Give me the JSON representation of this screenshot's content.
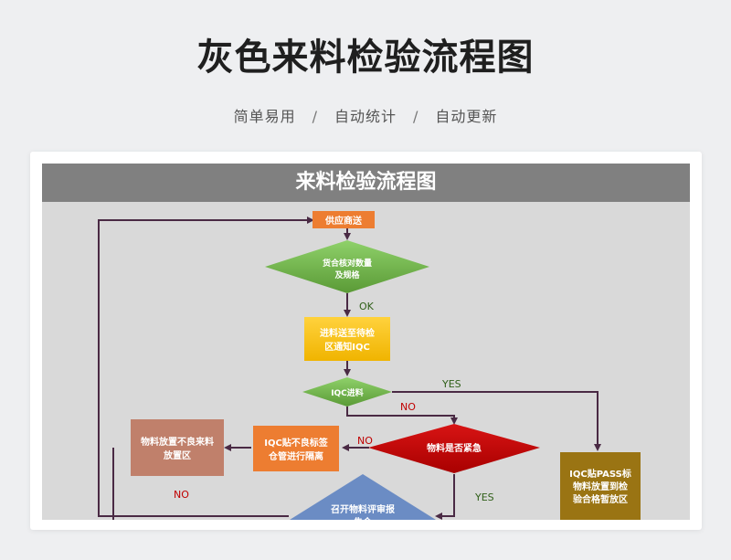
{
  "header": {
    "title": "灰色来料检验流程图",
    "tags": [
      "简单易用",
      "自动统计",
      "自动更新"
    ],
    "separator": "/"
  },
  "diagram": {
    "title": "来料检验流程图",
    "nodes": {
      "supplier": "供应商送",
      "check_qty": [
        "货合核对数量",
        "及规格"
      ],
      "to_wait": [
        "进料送至待检",
        "区通知IQC"
      ],
      "iqc_inspect": "IQC进料",
      "urgent": "物料是否紧急",
      "iqc_reject": [
        "IQC贴不良标签",
        "仓管进行隔离"
      ],
      "bad_area": [
        "物料放置不良来料",
        "放置区"
      ],
      "iqc_pass": [
        "IQC贴PASS标",
        "物料放置到检",
        "验合格暂放区"
      ],
      "review": [
        "召开物料评审报",
        "告会"
      ]
    },
    "labels": {
      "ok": "OK",
      "yes1": "YES",
      "no1": "NO",
      "no2": "NO",
      "yes2": "YES",
      "no3": "NO"
    },
    "colors": {
      "banner": "#808080",
      "canvas": "#d9d9d9",
      "line": "#4a2a44",
      "orange": "#ed7d31",
      "green": "#70ad47",
      "yellow": "#ffc000",
      "red": "#c00000",
      "brown_light": "#c0806b",
      "olive": "#9a7413",
      "blue": "#6b8cc4"
    }
  }
}
